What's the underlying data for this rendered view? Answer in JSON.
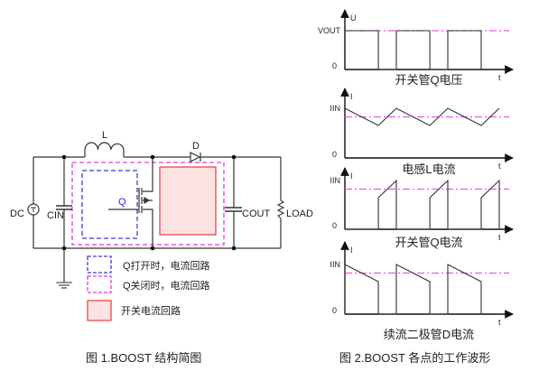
{
  "colors": {
    "wire": "#333333",
    "on_loop": "#3a3ad8",
    "off_loop": "#e23be2",
    "switch_loop_stroke": "#e33b3b",
    "switch_loop_fill": "#fde2e2",
    "text": "#222222",
    "q_label": "#2a2ae0",
    "reference_line": "#e85be8"
  },
  "figure1": {
    "caption": "图 1.BOOST 结构简图",
    "components": {
      "source": "DC",
      "input_cap": "CIN",
      "inductor": "L",
      "diode": "D",
      "switch": "Q",
      "output_cap": "COUT",
      "load": "LOAD"
    },
    "legend": [
      {
        "style": "blue-dashed",
        "label": "Q打开时，电流回路"
      },
      {
        "style": "magenta-dashed",
        "label": "Q关闭时，电流回路"
      },
      {
        "style": "red-filled",
        "label": "开关电流回路"
      }
    ]
  },
  "figure2": {
    "caption": "图 2.BOOST 各点的工作波形"
  },
  "chart_data": [
    {
      "type": "line",
      "title": "开关管Q电压",
      "ylabel": "U",
      "xlabel": "t",
      "yticks": [
        "VOUT",
        "0"
      ],
      "reference": "VOUT",
      "duty_on": 0.35,
      "ylim": [
        0,
        1
      ],
      "x": [
        0,
        0.65,
        0.65,
        1,
        1,
        1.65,
        1.65,
        2,
        2,
        2.65,
        2.65
      ],
      "values": [
        1,
        1,
        0,
        0,
        1,
        1,
        0,
        0,
        1,
        1,
        0
      ],
      "ref_value": 1
    },
    {
      "type": "line",
      "title": "电感L电流",
      "ylabel": "I",
      "xlabel": "t",
      "yticks": [
        "IIN",
        "0"
      ],
      "reference": "IIN",
      "ylim": [
        0,
        1
      ],
      "x": [
        0,
        0.65,
        1,
        1.65,
        2,
        2.65,
        3
      ],
      "values": [
        1.0,
        0.7,
        1.0,
        0.7,
        1.0,
        0.7,
        1.0
      ],
      "ref_value": 0.85
    },
    {
      "type": "line",
      "title": "开关管Q电流",
      "ylabel": "I",
      "xlabel": "t",
      "yticks": [
        "IIN",
        "0"
      ],
      "reference": "IIN",
      "ylim": [
        0,
        1
      ],
      "x": [
        0,
        0.65,
        0.65,
        1,
        1,
        1.65,
        1.65,
        2,
        2,
        2.65,
        2.65,
        3,
        3
      ],
      "values": [
        0,
        0,
        0.7,
        1.0,
        0,
        0,
        0.7,
        1.0,
        0,
        0,
        0.7,
        1.0,
        0
      ],
      "ref_value": 0.85
    },
    {
      "type": "line",
      "title": "续流二极管D电流",
      "ylabel": "I",
      "xlabel": "t",
      "yticks": [
        "IIN",
        "0"
      ],
      "reference": "IIN",
      "ylim": [
        0,
        1
      ],
      "x": [
        0,
        0,
        0.65,
        0.65,
        1,
        1,
        1.65,
        1.65,
        2,
        2,
        2.65,
        2.65
      ],
      "values": [
        0,
        1.0,
        0.7,
        0,
        0,
        1.0,
        0.7,
        0,
        0,
        1.0,
        0.7,
        0
      ],
      "ref_value": 0.85
    }
  ]
}
